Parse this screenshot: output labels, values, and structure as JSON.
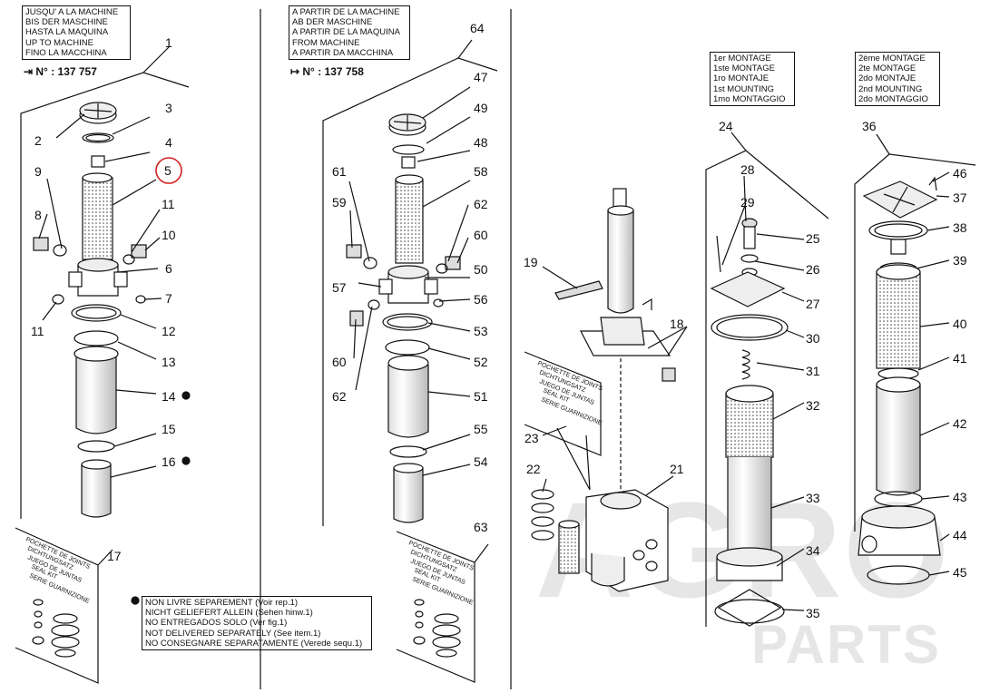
{
  "left_box": [
    "JUSQU' A LA MACHINE",
    "BIS DER MASCHINE",
    "HASTA LA MAQUINA",
    "UP TO MACHINE",
    "FINO LA MACCHINA"
  ],
  "left_machine": "N° : 137 757",
  "mid_box": [
    "A PARTIR DE LA MACHINE",
    "AB DER MASCHINE",
    "A PARTIR DE LA MAQUINA",
    "FROM MACHINE",
    "A PARTIR DA MACCHINA"
  ],
  "mid_machine": "N° : 137 758",
  "mount1_box": [
    "1er MONTAGE",
    "1ste MONTAGE",
    "1ro MONTAJE",
    "1st MOUNTING",
    "1mo MONTAGGIO"
  ],
  "mount2_box": [
    "2ème MONTAGE",
    "2te MONTAGE",
    "2do MONTAJE",
    "2nd MOUNTING",
    "2do MONTAGGIO"
  ],
  "legend_box": [
    "NON LIVRE SEPAREMENT (Voir rep.1)",
    "NICHT GELIEFERT ALLEIN (Sehen hinw.1)",
    "NO ENTREGADOS SOLO (Ver fig.1)",
    "NOT DELIVERED SEPARATELY (See item.1)",
    "NO CONSEGNARE SEPARATAMENTE (Verede sequ.1)"
  ],
  "seal_kit_text": [
    "POCHETTE DE JOINTS",
    "DICHTUNGSATZ",
    "JUEGO DE JUNTAS",
    "SEAL KIT",
    "SERIE GUARNIZIONE"
  ],
  "watermark": [
    "AGRO",
    "PARTS"
  ],
  "highlight_color": "#d42020",
  "labels": {
    "p1": "1",
    "p2": "2",
    "p3": "3",
    "p4": "4",
    "p5": "5",
    "p6": "6",
    "p7": "7",
    "p8": "8",
    "p9": "9",
    "p10": "10",
    "p11a": "11",
    "p11b": "11",
    "p12": "12",
    "p13": "13",
    "p14": "14",
    "p15": "15",
    "p16": "16",
    "p17": "17",
    "p18": "18",
    "p19": "19",
    "p21": "21",
    "p22": "22",
    "p23": "23",
    "p24": "24",
    "p25": "25",
    "p26": "26",
    "p27": "27",
    "p28": "28",
    "p29": "29",
    "p30": "30",
    "p31": "31",
    "p32": "32",
    "p33": "33",
    "p34": "34",
    "p35": "35",
    "p36": "36",
    "p37": "37",
    "p38": "38",
    "p39": "39",
    "p40": "40",
    "p41": "41",
    "p42": "42",
    "p43": "43",
    "p44": "44",
    "p45": "45",
    "p46": "46",
    "p47": "47",
    "p48": "48",
    "p49": "49",
    "p50": "50",
    "p51": "51",
    "p52": "52",
    "p53": "53",
    "p54": "54",
    "p55": "55",
    "p56": "56",
    "p57": "57",
    "p58": "58",
    "p59": "59",
    "p60a": "60",
    "p60b": "60",
    "p61": "61",
    "p62a": "62",
    "p62b": "62",
    "p63": "63",
    "p64": "64"
  }
}
